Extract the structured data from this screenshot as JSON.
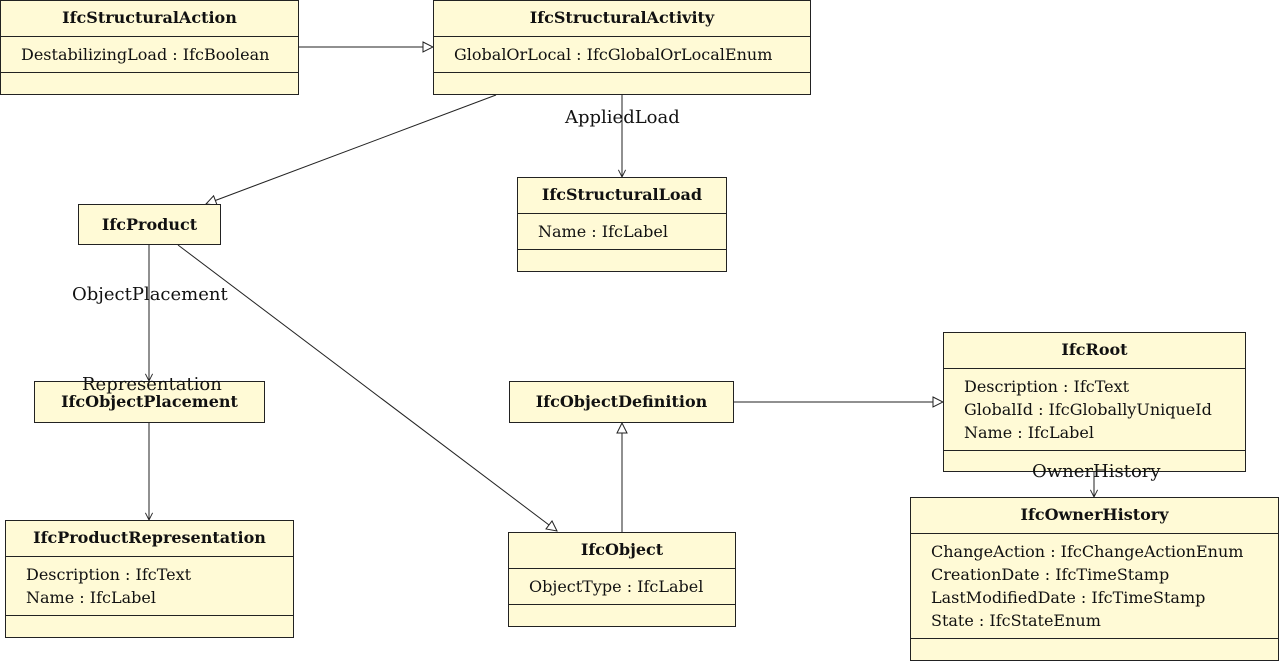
{
  "classes": {
    "structural_action": {
      "name": "IfcStructuralAction",
      "attrs": [
        "DestabilizingLoad : IfcBoolean"
      ]
    },
    "structural_activity": {
      "name": "IfcStructuralActivity",
      "attrs": [
        "GlobalOrLocal : IfcGlobalOrLocalEnum"
      ]
    },
    "structural_load": {
      "name": "IfcStructuralLoad",
      "attrs": [
        "Name : IfcLabel"
      ]
    },
    "product": {
      "name": "IfcProduct"
    },
    "object_placement": {
      "name": "IfcObjectPlacement"
    },
    "product_representation": {
      "name": "IfcProductRepresentation",
      "attrs": [
        "Description : IfcText",
        "Name : IfcLabel"
      ]
    },
    "object_definition": {
      "name": "IfcObjectDefinition"
    },
    "object": {
      "name": "IfcObject",
      "attrs": [
        "ObjectType : IfcLabel"
      ]
    },
    "root": {
      "name": "IfcRoot",
      "attrs": [
        "Description : IfcText",
        "GlobalId : IfcGloballyUniqueId",
        "Name : IfcLabel"
      ]
    },
    "owner_history": {
      "name": "IfcOwnerHistory",
      "attrs": [
        "ChangeAction : IfcChangeActionEnum",
        "CreationDate : IfcTimeStamp",
        "LastModifiedDate : IfcTimeStamp",
        "State : IfcStateEnum"
      ]
    }
  },
  "associations": {
    "applied_load": "AppliedLoad",
    "object_placement": "ObjectPlacement",
    "representation": "Representation",
    "owner_history": "OwnerHistory"
  }
}
